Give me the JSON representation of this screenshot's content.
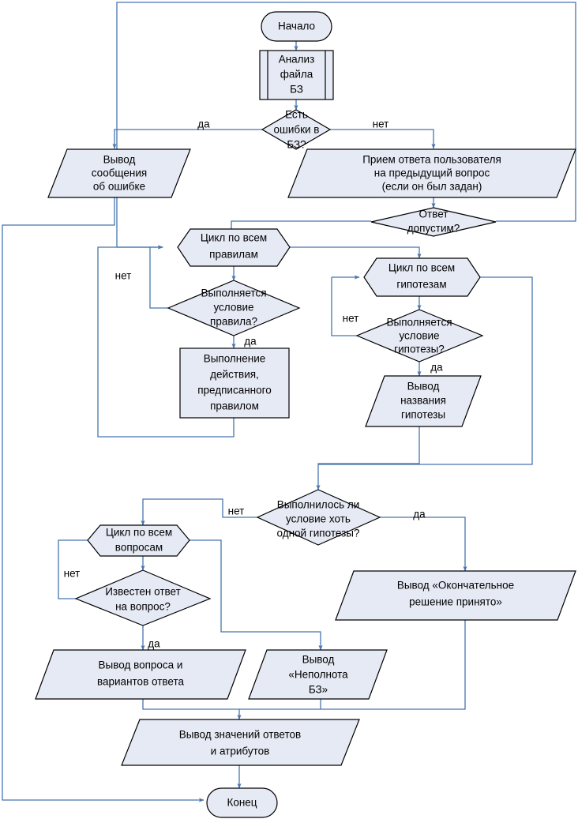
{
  "diagram": {
    "title": "Блок-схема работы экспертной системы",
    "language": "ru",
    "colors": {
      "node_fill": "#e6eaf4",
      "node_stroke": "#000000",
      "connector": "#4775ad",
      "background": "#ffffff"
    }
  },
  "nodes": {
    "start": {
      "type": "terminator",
      "text": "Начало"
    },
    "analyze": {
      "type": "predefined-process",
      "line1": "Анализ",
      "line2": "файла",
      "line3": "БЗ"
    },
    "errors_check": {
      "type": "decision",
      "line1": "Есть",
      "line2": "ошибки в",
      "line3": "БЗ?"
    },
    "error_output": {
      "type": "input-output",
      "line1": "Вывод",
      "line2": "сообщения",
      "line3": "об ошибке"
    },
    "receive_answer": {
      "type": "input-output",
      "line1": "Прием ответа пользователя",
      "line2": "на предыдущий вопрос",
      "line3": "(если он был задан)"
    },
    "answer_valid": {
      "type": "decision",
      "line1": "Ответ",
      "line2": "допустим?"
    },
    "rules_loop": {
      "type": "loop",
      "line1": "Цикл по всем",
      "line2": "правилам"
    },
    "rule_condition": {
      "type": "decision",
      "line1": "Выполняется",
      "line2": "условие",
      "line3": "правила?"
    },
    "rule_action": {
      "type": "process",
      "line1": "Выполнение",
      "line2": "действия,",
      "line3": "предписанного",
      "line4": "правилом"
    },
    "hypotheses_loop": {
      "type": "loop",
      "line1": "Цикл по всем",
      "line2": "гипотезам"
    },
    "hypothesis_condition": {
      "type": "decision",
      "line1": "Выполняется",
      "line2": "условие",
      "line3": "гипотезы?"
    },
    "hypothesis_output": {
      "type": "input-output",
      "line1": "Вывод",
      "line2": "названия",
      "line3": "гипотезы"
    },
    "any_hypothesis": {
      "type": "decision",
      "line1": "Выполнилось ли",
      "line2": "условие хоть",
      "line3": "одной гипотезы?"
    },
    "questions_loop": {
      "type": "loop",
      "line1": "Цикл по всем",
      "line2": "вопросам"
    },
    "answer_known": {
      "type": "decision",
      "line1": "Известен ответ",
      "line2": "на вопрос?"
    },
    "final_decision_output": {
      "type": "input-output",
      "line1": "Вывод «Окончательное",
      "line2": "решение принято»"
    },
    "question_output": {
      "type": "input-output",
      "line1": "Вывод вопроса и",
      "line2": "вариантов ответа"
    },
    "incomplete_output": {
      "type": "input-output",
      "line1": "Вывод",
      "line2": "«Неполнота",
      "line3": "БЗ»"
    },
    "values_output": {
      "type": "input-output",
      "line1": "Вывод значений ответов",
      "line2": "и атрибутов"
    },
    "end": {
      "type": "terminator",
      "text": "Конец"
    }
  },
  "edge_labels": {
    "errors_yes": "да",
    "errors_no": "нет",
    "rule_no": "нет",
    "rule_yes": "да",
    "hypothesis_no": "нет",
    "hypothesis_yes": "да",
    "any_hypothesis_no": "нет",
    "any_hypothesis_yes": "да",
    "questions_no": "нет",
    "answer_known_yes": "да"
  }
}
